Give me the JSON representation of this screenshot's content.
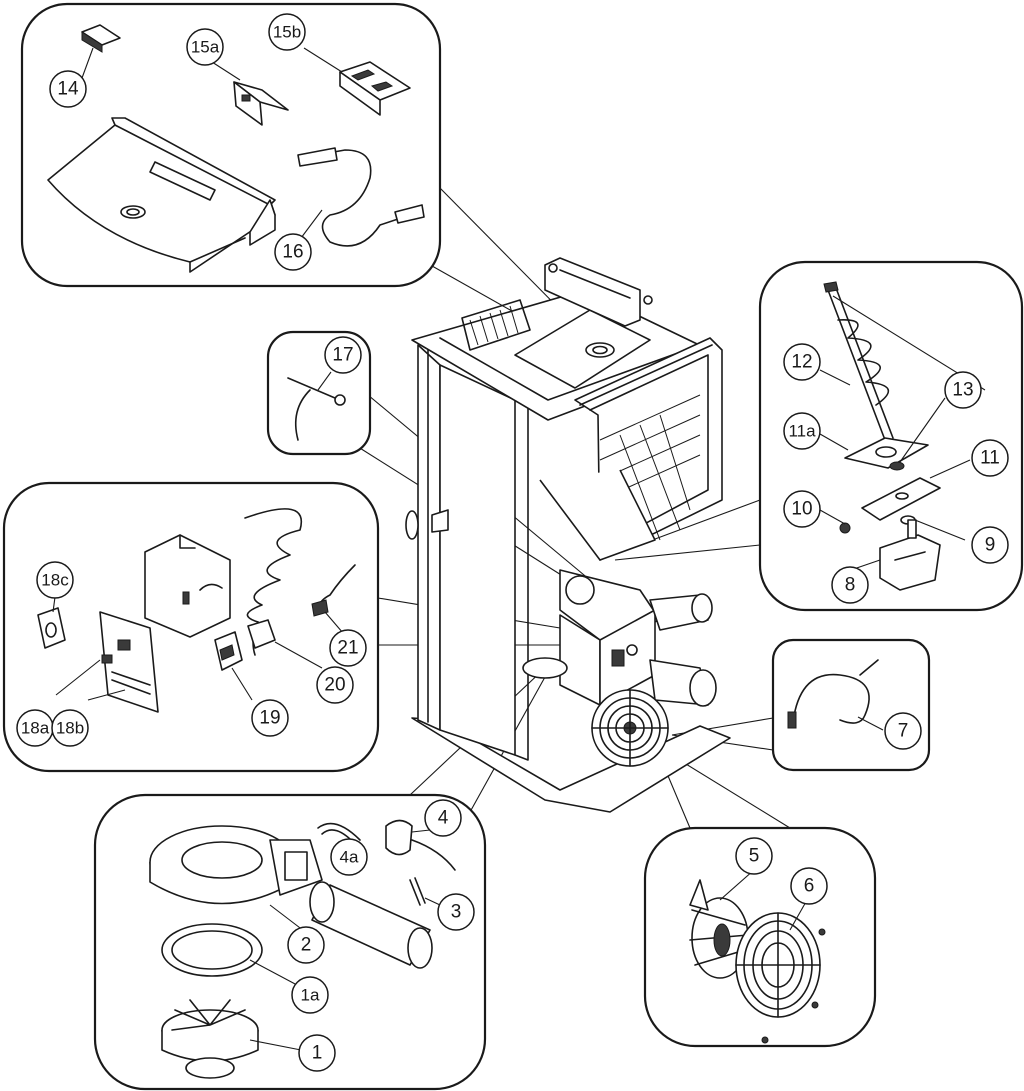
{
  "diagram": {
    "callouts": [
      {
        "id": "c1",
        "label": "1"
      },
      {
        "id": "c1a",
        "label": "1a"
      },
      {
        "id": "c2",
        "label": "2"
      },
      {
        "id": "c3",
        "label": "3"
      },
      {
        "id": "c4",
        "label": "4"
      },
      {
        "id": "c4a",
        "label": "4a"
      },
      {
        "id": "c5",
        "label": "5"
      },
      {
        "id": "c6",
        "label": "6"
      },
      {
        "id": "c7",
        "label": "7"
      },
      {
        "id": "c8",
        "label": "8"
      },
      {
        "id": "c9",
        "label": "9"
      },
      {
        "id": "c10",
        "label": "10"
      },
      {
        "id": "c11",
        "label": "11"
      },
      {
        "id": "c11a",
        "label": "11a"
      },
      {
        "id": "c12",
        "label": "12"
      },
      {
        "id": "c13",
        "label": "13"
      },
      {
        "id": "c14",
        "label": "14"
      },
      {
        "id": "c15a",
        "label": "15a"
      },
      {
        "id": "c15b",
        "label": "15b"
      },
      {
        "id": "c16",
        "label": "16"
      },
      {
        "id": "c17",
        "label": "17"
      },
      {
        "id": "c18a",
        "label": "18a"
      },
      {
        "id": "c18b",
        "label": "18b"
      },
      {
        "id": "c18c",
        "label": "18c"
      },
      {
        "id": "c19",
        "label": "19"
      },
      {
        "id": "c20",
        "label": "20"
      },
      {
        "id": "c21",
        "label": "21"
      }
    ]
  }
}
